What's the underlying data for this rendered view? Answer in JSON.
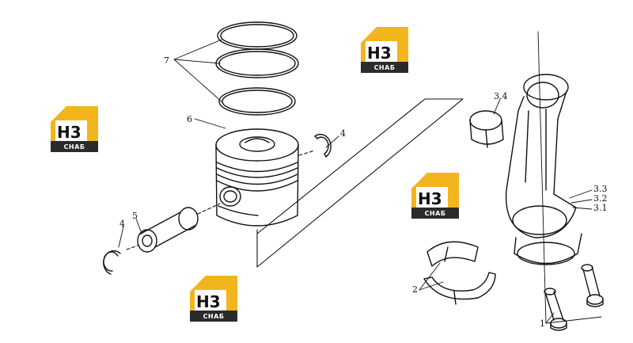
{
  "brand": {
    "top_text": "H3",
    "bottom_text": "СНАБ",
    "gold": "#F2B51D",
    "dark": "#2B2B2B"
  },
  "callouts": {
    "c7": "7",
    "c6": "6",
    "c4a": "4",
    "c4b": "4",
    "c5": "5",
    "c34": "3.4",
    "c33": "3.3",
    "c32": "3.2",
    "c31": "3.1",
    "c2": "2",
    "c1": "1"
  }
}
